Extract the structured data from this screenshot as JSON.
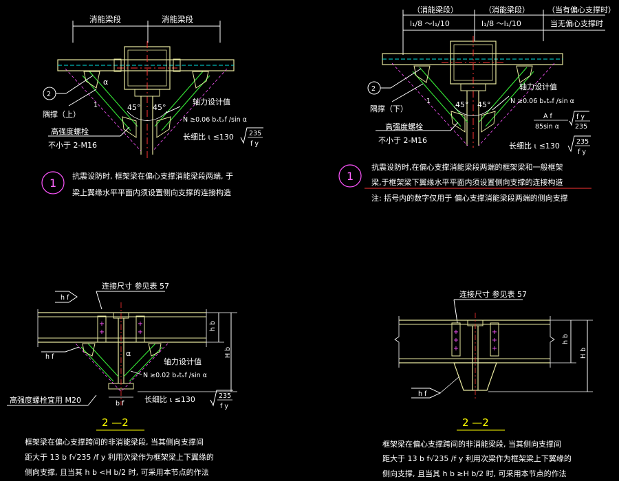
{
  "colors": {
    "beam": "#e8e8a0",
    "dim": "#ffffff",
    "cyan": "#00e5e5",
    "green": "#33dd33",
    "magenta": "#ff55ff",
    "red": "#ff3333",
    "yellow": "#ffff00"
  },
  "top_left": {
    "dim_left": "消能梁段",
    "dim_right": "消能梁段",
    "callout_num": "2",
    "bracing_label": "隅撑（上）",
    "bolt_label": "高强度螺栓",
    "bolt_spec": "不小于 2-M16",
    "angle_label": "α",
    "angle45_a": "45°",
    "angle45_b": "45°",
    "mark_1": "1",
    "axial": "轴力设计值",
    "formula": "N ≥0.06 bₓtₓf /sin α",
    "slender_prefix": "长细比 ι ≤130",
    "sqrt_num": "235",
    "sqrt_den": "f y",
    "note_num": "1",
    "note_line1": "抗震设防时, 框架梁在偏心支撑消能梁段两端, 于",
    "note_line2": "梁上翼缘水平平面内须设置侧向支撑的连接构造"
  },
  "top_right": {
    "dim_top_1": "（消能梁段）",
    "dim_top_2": "（消能梁段）",
    "dim_top_3": "（当有偏心支撑时）",
    "dim_1": "l₁/8 ～l₁/10",
    "dim_2": "l₁/8 ～l₁/10",
    "dim_3": "当无偏心支撑时",
    "callout_num": "2",
    "bracing_label": "隅撑（下）",
    "bolt_label": "高强度螺栓",
    "bolt_spec": "不小于 2-M16",
    "angle45_a": "45°",
    "angle45_b": "45°",
    "mark_1": "1",
    "axial": "轴力设计值",
    "formula": "N ≥0.06 bₓtₓf /sin α",
    "frac_num": "A f",
    "frac_den": "85sin α",
    "sqrt_fy": "f y",
    "sqrt_235": "235",
    "slender_prefix": "长细比 ι ≤130",
    "sqrt_num": "235",
    "sqrt_den": "f y",
    "note_num": "1",
    "note_line1": "抗震设防时,在偏心支撑消能梁段两端的框架梁和一般框架",
    "note_line2": "梁,于框架梁下翼缘水平平面内须设置侧向支撑的连接构造",
    "note_line3": "注: 括号内的数字仅用于      偏心支撑消能梁段两端的侧向支撑"
  },
  "bottom_left": {
    "conn_label": "连接尺寸  参见表 57",
    "h_label_top": "h f",
    "h_label_side": "h f",
    "hb": "h b",
    "Hb": "H b",
    "alpha": "α",
    "axial": "轴力设计值",
    "formula": "N ≥0.02  bₓtₓf /sin α",
    "bolt": "高强度螺栓宜用   M20",
    "bf": "b f",
    "slender_prefix": "长细比 ι ≤130",
    "sqrt_num": "235",
    "sqrt_den": "f y",
    "section": "2 —2",
    "note_line1": "框架梁在偏心支撑跨间的非消能梁段, 当其侧向支撑间",
    "note_line2": "距大于   13 b f√235 /f y  利用次梁作为框架梁上下翼缘的",
    "note_line3": "侧向支撑, 且当其      h b <H b/2  时, 可采用本节点的作法"
  },
  "bottom_right": {
    "conn_label": "连接尺寸  参见表 57",
    "hb": "h b",
    "Hb": "H b",
    "hf": "h f",
    "section": "2 —2",
    "note_line1": "框架梁在偏心支撑跨间的非消能梁段, 当其侧向支撑间",
    "note_line2": "距大于   13 b f√235 /f y  利用次梁作为框架梁上下翼缘的",
    "note_line3": "侧向支撑, 且当其      h b ≥H b/2  时, 可采用本节点的作法"
  }
}
